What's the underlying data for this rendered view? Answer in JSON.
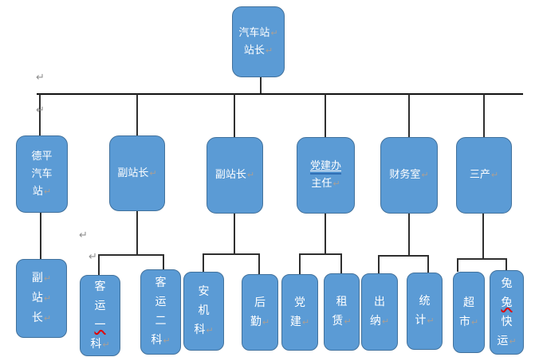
{
  "marks": {
    "return_glyph": "↵"
  },
  "colors": {
    "box_fill": "#5B9BD5",
    "box_border": "#41719C",
    "box_text": "#ffffff",
    "connector": "#2f2f2f",
    "paragraph_mark": "#a89f97",
    "spellcheck_squiggle": "#e00000",
    "grammar_underline": "#2f6eb5"
  },
  "org_chart": {
    "root": "汽车站站长",
    "level2": [
      "德平汽车站",
      "副站长",
      "副站长",
      "党建办主任",
      "财务室",
      "三产"
    ],
    "level3": [
      "副站长",
      "客运一科",
      "客运二科",
      "安机科",
      "后勤",
      "党建",
      "租赁",
      "出纳",
      "统计",
      "超市",
      "兔兔快运"
    ],
    "edges": [
      [
        "汽车站站长",
        "德平汽车站"
      ],
      [
        "汽车站站长",
        "副站长"
      ],
      [
        "汽车站站长",
        "副站长"
      ],
      [
        "汽车站站长",
        "党建办主任"
      ],
      [
        "汽车站站长",
        "财务室"
      ],
      [
        "汽车站站长",
        "三产"
      ],
      [
        "德平汽车站",
        "副站长"
      ],
      [
        "副站长",
        "客运一科"
      ],
      [
        "副站长",
        "客运二科"
      ],
      [
        "副站长",
        "安机科"
      ],
      [
        "副站长",
        "后勤"
      ],
      [
        "党建办主任",
        "党建"
      ],
      [
        "党建办主任",
        "租赁"
      ],
      [
        "财务室",
        "出纳"
      ],
      [
        "财务室",
        "统计"
      ],
      [
        "三产",
        "超市"
      ],
      [
        "三产",
        "兔兔快运"
      ]
    ]
  },
  "boxes": {
    "root": {
      "lines": [
        {
          "t": "汽车站",
          "r": true
        },
        {
          "t": "站长",
          "r": true
        }
      ]
    },
    "depin": {
      "lines": [
        {
          "t": "德平"
        },
        {
          "t": "汽车"
        },
        {
          "t": "站",
          "r": true
        }
      ]
    },
    "vice_a": {
      "lines": [
        {
          "t": "副站长",
          "r": true
        }
      ]
    },
    "vice_b": {
      "lines": [
        {
          "t": "副站长",
          "r": true
        }
      ]
    },
    "party": {
      "lines": [
        {
          "t": "党建办",
          "grammar": true
        },
        {
          "t": "主任",
          "r": true
        }
      ]
    },
    "finance": {
      "lines": [
        {
          "t": "财务室",
          "r": true
        }
      ]
    },
    "sanchan": {
      "lines": [
        {
          "t": "三产",
          "r": true
        }
      ]
    },
    "vice_c": {
      "lines": [
        {
          "t": "副",
          "r": true
        },
        {
          "t": "站",
          "r": true
        },
        {
          "t": "长",
          "r": true
        }
      ]
    },
    "keyun1": {
      "lines": [
        {
          "t": "客"
        },
        {
          "t": "运"
        },
        {
          "t": "一",
          "squiggle": true
        },
        {
          "t": "科",
          "r": true
        }
      ]
    },
    "keyun2": {
      "lines": [
        {
          "t": "客"
        },
        {
          "t": "运"
        },
        {
          "t": "二"
        },
        {
          "t": "科",
          "r": true
        }
      ]
    },
    "anji": {
      "lines": [
        {
          "t": "安"
        },
        {
          "t": "机"
        },
        {
          "t": "科",
          "r": true
        }
      ]
    },
    "houqin": {
      "lines": [
        {
          "t": "后"
        },
        {
          "t": "勤",
          "r": true
        }
      ]
    },
    "dangjian": {
      "lines": [
        {
          "t": "党"
        },
        {
          "t": "建",
          "r": true
        }
      ]
    },
    "zulin": {
      "lines": [
        {
          "t": "租"
        },
        {
          "t": "赁",
          "r": true
        }
      ]
    },
    "chuna": {
      "lines": [
        {
          "t": "出"
        },
        {
          "t": "纳",
          "r": true
        }
      ]
    },
    "tongji": {
      "lines": [
        {
          "t": "统"
        },
        {
          "t": "计",
          "r": true
        }
      ]
    },
    "chaoshi": {
      "lines": [
        {
          "t": "超"
        },
        {
          "t": "市",
          "r": true
        }
      ]
    },
    "tutu": {
      "lines": [
        {
          "t": "兔"
        },
        {
          "t": "兔",
          "squiggle": true
        },
        {
          "t": "快"
        },
        {
          "t": "运",
          "r": true
        }
      ]
    }
  }
}
